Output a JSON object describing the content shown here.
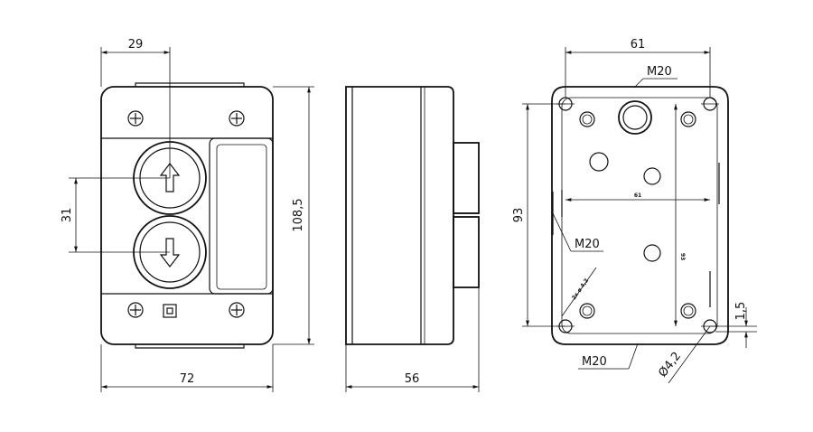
{
  "front_view": {
    "dim_width_top": "29",
    "dim_spacing": "31",
    "dim_height": "108,5",
    "dim_width_bottom": "72",
    "button_up_icon": "arrow-up-icon",
    "button_down_icon": "arrow-down-icon"
  },
  "side_view": {
    "dim_depth": "56"
  },
  "back_view": {
    "dim_width_top": "61",
    "label_m20_top": "M20",
    "dim_inner_width": "61",
    "dim_height": "93",
    "label_m20_left": "M20",
    "hole_note": "2x ø 4,2",
    "dim_inner_height": "93",
    "dim_offset": "1,5",
    "label_m20_bottom": "M20",
    "hole_dia": "Ø4,2"
  }
}
